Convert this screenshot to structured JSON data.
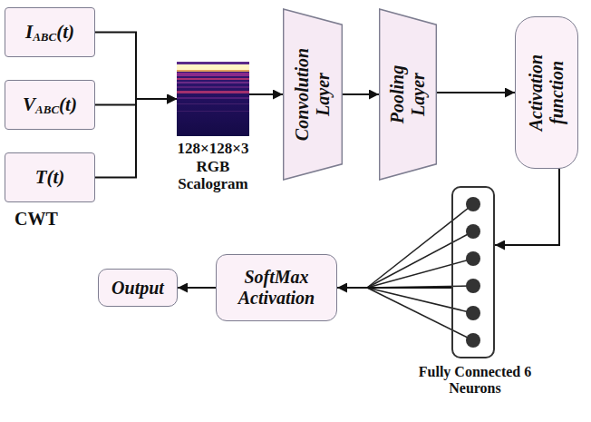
{
  "diagram": {
    "nodes": [
      {
        "text": [
          "IABC(t)"
        ]
      },
      {
        "text": [
          "VABC(t)"
        ]
      },
      {
        "text": [
          "T(t)"
        ]
      },
      {
        "text": [
          "128×128×3 RGB Scalogram"
        ]
      },
      {
        "text": [
          "Convolution Layer"
        ]
      },
      {
        "text": [
          "Pooling Layer"
        ]
      },
      {
        "text": [
          "Activation function"
        ]
      },
      {
        "text": [
          "Fully Connected 6 Neurons"
        ]
      },
      {
        "text": [
          "SoftMax Activation"
        ]
      },
      {
        "text": [
          "Output"
        ]
      }
    ],
    "edges": [
      {
        "from": 0,
        "to": 3,
        "arrow": "to"
      },
      {
        "from": 1,
        "to": 3,
        "arrow": "to"
      },
      {
        "from": 2,
        "to": 3,
        "arrow": "to"
      },
      {
        "from": 3,
        "to": 4,
        "arrow": "to"
      },
      {
        "from": 4,
        "to": 5,
        "arrow": "to"
      },
      {
        "from": 5,
        "to": 6,
        "arrow": "to"
      },
      {
        "from": 6,
        "to": 7,
        "arrow": "to"
      },
      {
        "from": 7,
        "to": 8,
        "arrow": "to"
      },
      {
        "from": 8,
        "to": 9,
        "arrow": "to"
      }
    ],
    "labels": [
      "CWT"
    ]
  }
}
